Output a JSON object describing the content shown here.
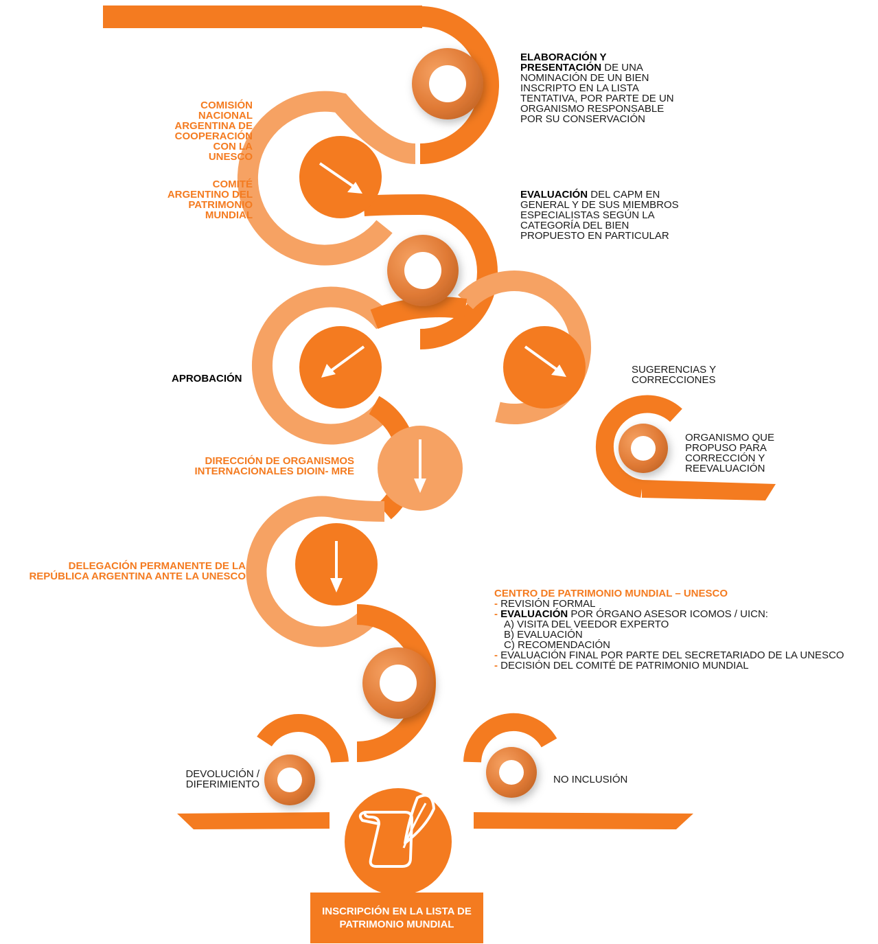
{
  "colors": {
    "orange": "#f47b20",
    "light_orange": "#f6a263",
    "text_dark": "#1a1a1a"
  },
  "steps": {
    "elaboracion": {
      "bold": "ELABORACIÓN Y PRESENTACIÓN",
      "rest": "DE UNA NOMINACIÓN DE UN BIEN INSCRIPTO EN LA LISTA TENTATIVA, POR PARTE DE UN ORGANISMO RESPONSABLE POR SU CONSERVACIÓN"
    },
    "comision": "COMISIÓN NACIONAL ARGENTINA DE COOPERACIÓN CON LA UNESCO",
    "comite": "COMITÉ ARGENTINO DEL PATRIMONIO MUNDIAL",
    "evaluacion_capm": {
      "bold": "EVALUACIÓN",
      "rest": "DEL CAPM EN GENERAL Y DE SUS MIEMBROS ESPECIALISTAS SEGÚN LA CATEGORÍA DEL BIEN PROPUESTO EN PARTICULAR"
    },
    "aprobacion": "APROBACIÓN",
    "sugerencias": "SUGERENCIAS  Y CORRECCIONES",
    "organismo": "ORGANISMO QUE PROPUSO PARA CORRECCIÓN Y REEVALUACIÓN",
    "dioin": "DIRECCIÓN DE ORGANISMOS INTERNACIONALES DIOIN- MRE",
    "delegacion": "DELEGACIÓN PERMANENTE DE LA REPÚBLICA ARGENTINA ANTE LA UNESCO",
    "centro": {
      "title": "CENTRO DE PATRIMONIO MUNDIAL – UNESCO",
      "dash": "-",
      "revision": "REVISIÓN FORMAL",
      "evaluacion_bold": "EVALUACIÓN",
      "evaluacion_rest": "POR ÓRGANO ASESOR ICOMOS / UICN:",
      "sub_a": "A) VISITA DEL VEEDOR EXPERTO",
      "sub_b": "B) EVALUACIÓN",
      "sub_c": "C) RECOMENDACIÓN",
      "final": "EVALUACIÓN FINAL POR PARTE DEL SECRETARIADO DE LA UNESCO",
      "decision": "DECISIÓN DEL COMITÉ DE PATRIMONIO MUNDIAL"
    },
    "devolucion": "DEVOLUCIÓN / DIFERIMIENTO",
    "no_inclusion": "NO INCLUSIÓN",
    "inscripcion": "INSCRIPCIÓN EN LA LISTA DE PATRIMONIO MUNDIAL"
  },
  "icons": {
    "rings": [
      "ring-icon",
      "ring-icon",
      "ring-icon",
      "ring-icon",
      "ring-icon",
      "ring-icon"
    ],
    "arrows": [
      "arrow-down-right-icon",
      "arrow-down-left-icon",
      "arrow-down-right-icon",
      "arrow-down-icon",
      "arrow-down-icon"
    ],
    "final": "scroll-quill-icon"
  }
}
